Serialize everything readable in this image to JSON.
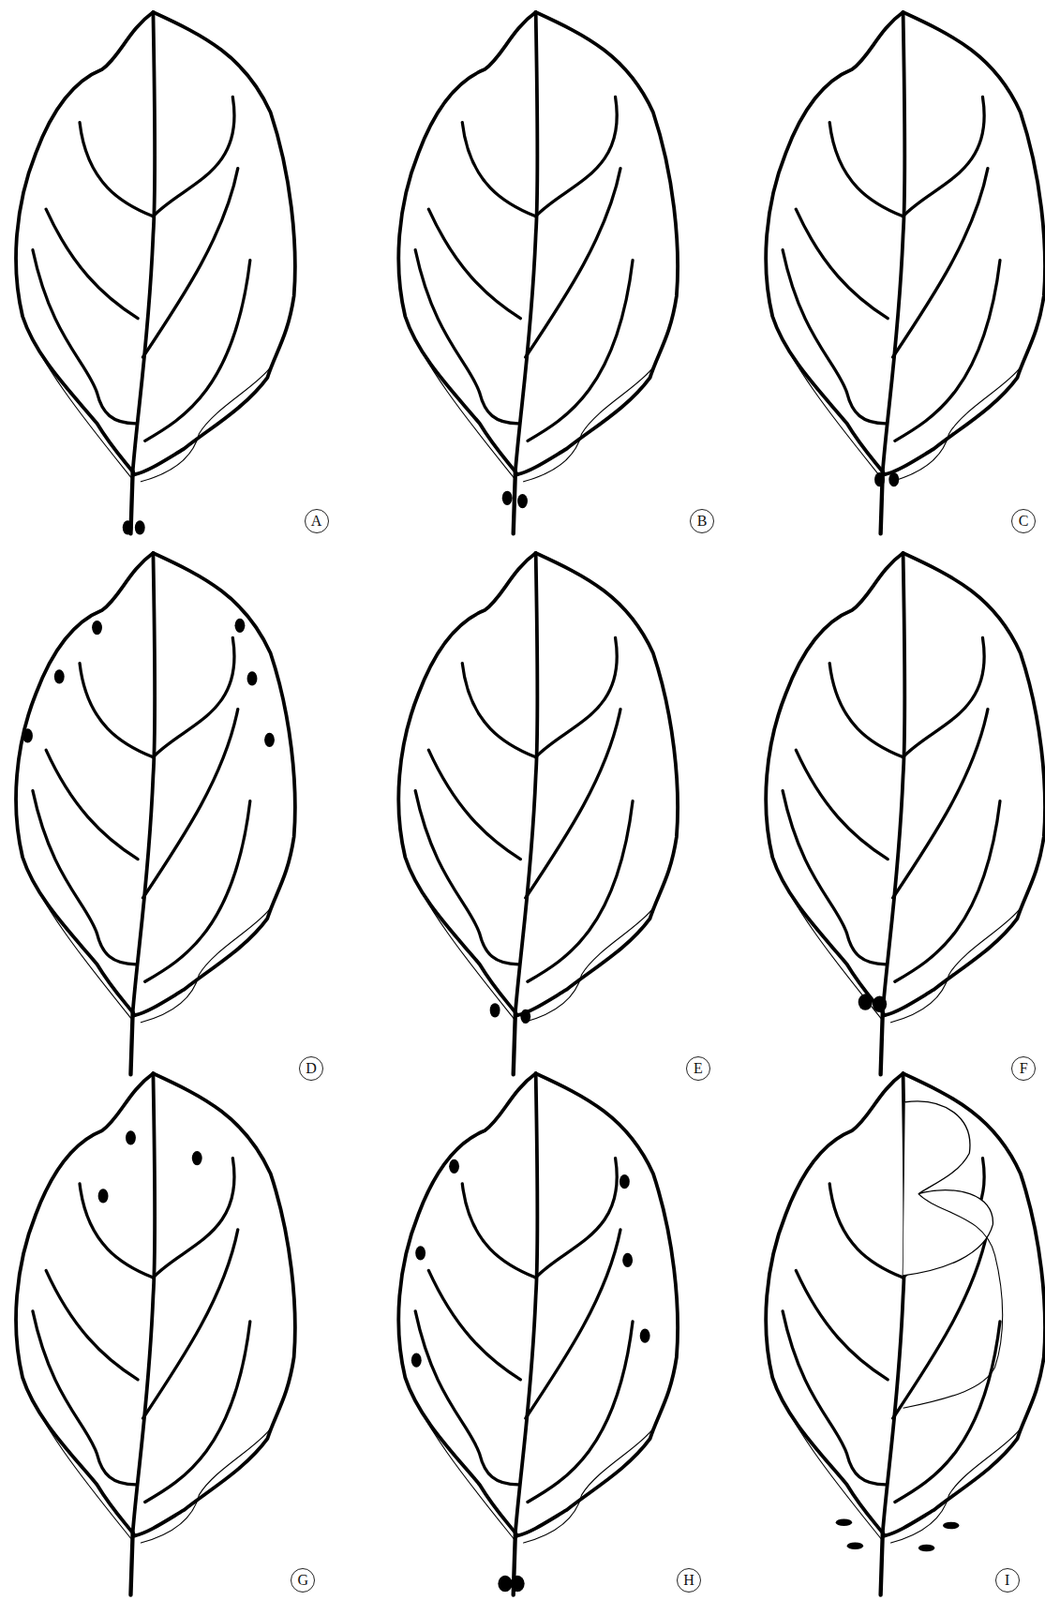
{
  "diagram": {
    "nodes": [
      {
        "text": [
          "A"
        ]
      },
      {
        "text": [
          "B"
        ]
      },
      {
        "text": [
          "C"
        ]
      },
      {
        "text": [
          "D"
        ]
      },
      {
        "text": [
          "E"
        ]
      },
      {
        "text": [
          "F"
        ]
      },
      {
        "text": [
          "G"
        ]
      },
      {
        "text": [
          "H"
        ]
      },
      {
        "text": [
          "I"
        ]
      }
    ]
  }
}
